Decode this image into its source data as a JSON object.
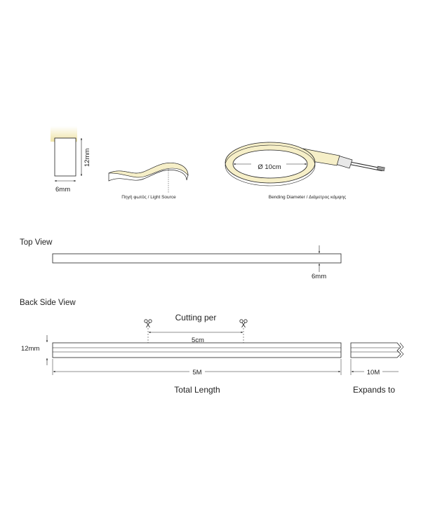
{
  "profile": {
    "width_label": "6mm",
    "height_label": "12mm",
    "light_source_caption": "Πηγή φωτός / Light Source"
  },
  "bending": {
    "diameter_label": "Ø 10cm",
    "caption": "Bending Diameter / Διάμετρος κάμψης"
  },
  "top_view": {
    "title": "Top View",
    "width_label": "6mm"
  },
  "back_side_view": {
    "title": "Back Side View",
    "cutting_label": "Cutting per",
    "cut_length_label": "5cm",
    "height_label": "12mm",
    "length_label": "5M",
    "total_length_label": "Total Length",
    "expand_length_label": "10M",
    "expands_to_label": "Expands to"
  },
  "colors": {
    "stroke": "#222222",
    "neon_fill": "#f6efc8",
    "neon_glow": "#efe3a6"
  }
}
